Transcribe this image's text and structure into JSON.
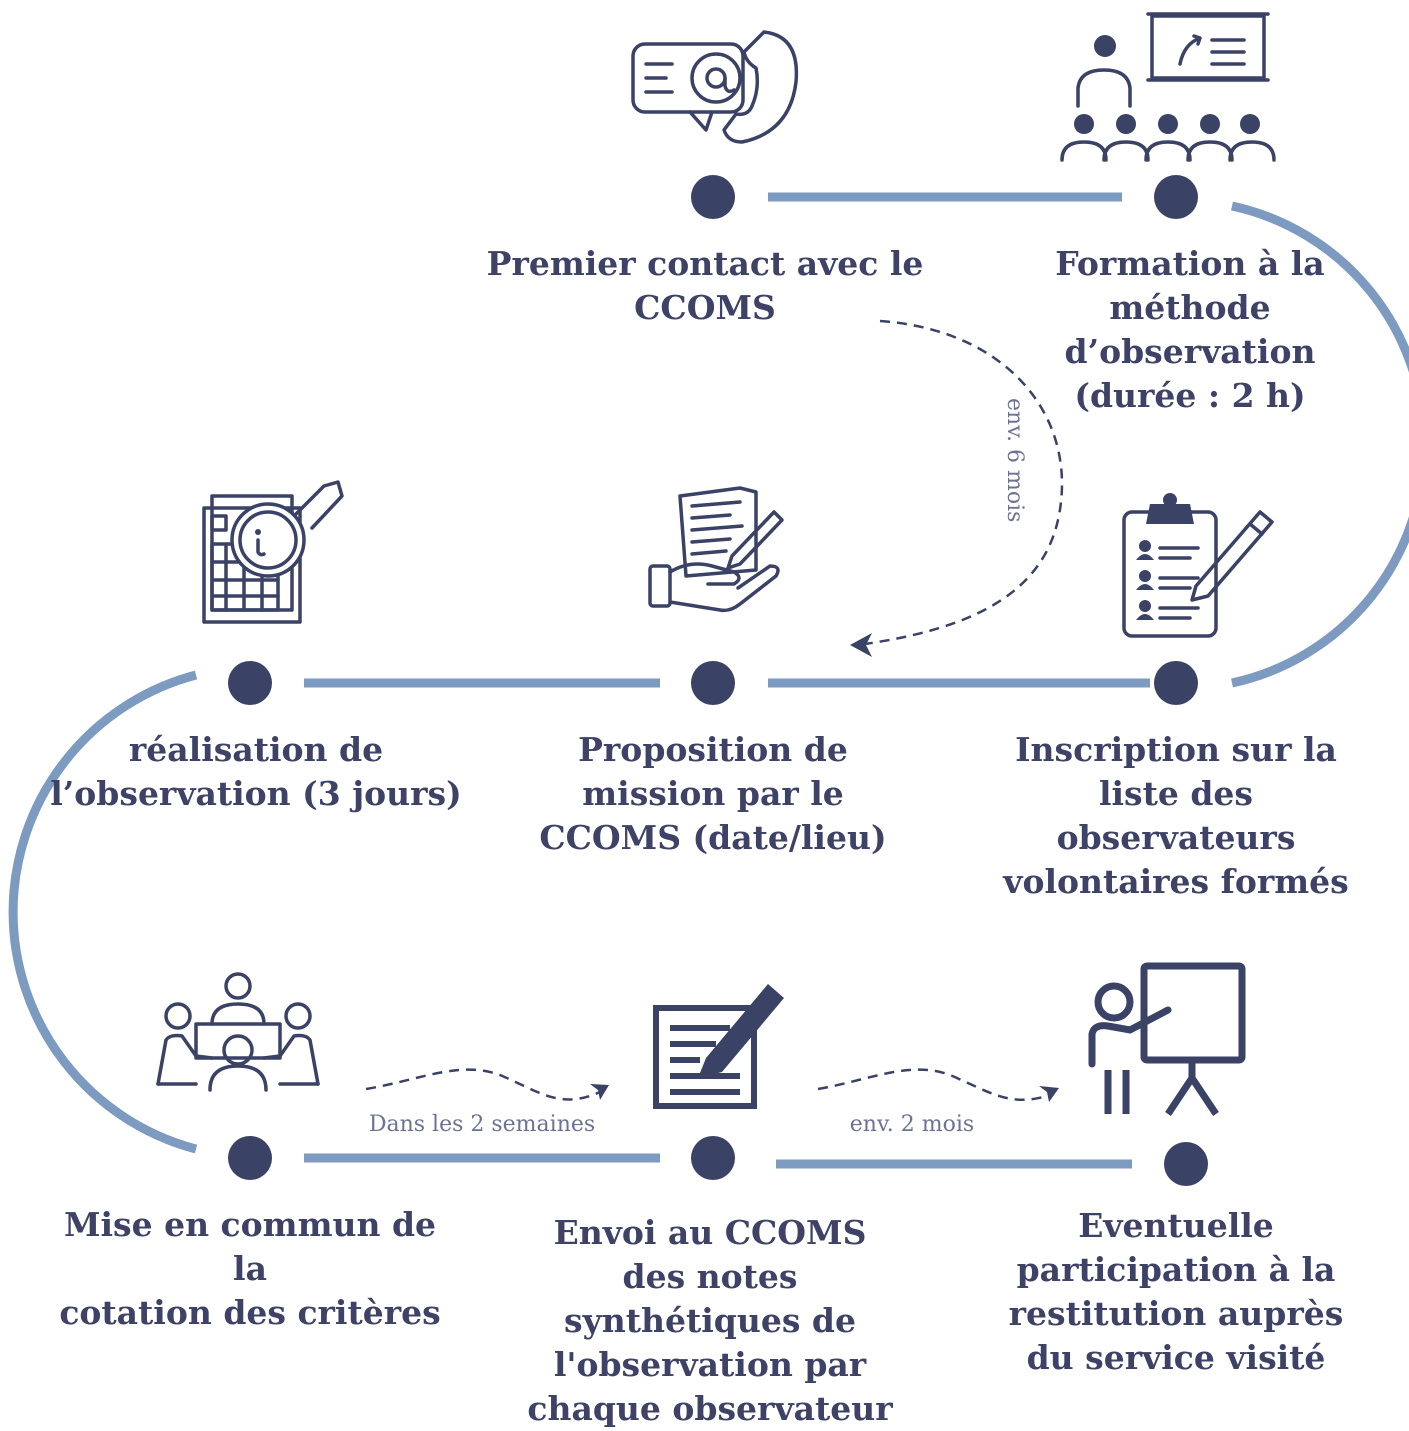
{
  "steps": [
    {
      "label": "Premier contact avec le\nCCOMS",
      "icon": "contact-email-phone-icon"
    },
    {
      "label": "Formation à la\nméthode\nd’observation\n(durée : 2 h)",
      "icon": "training-audience-icon"
    },
    {
      "label": "Inscription sur la\nliste des\nobservateurs\nvolontaires formés",
      "icon": "clipboard-list-icon"
    },
    {
      "label": "Proposition de\nmission par le\nCCOMS (date/lieu)",
      "icon": "document-hand-icon"
    },
    {
      "label": "réalisation de\nl’observation (3 jours)",
      "icon": "magnifier-documents-icon"
    },
    {
      "label": "Mise en commun de la\ncotation des critères",
      "icon": "meeting-table-icon"
    },
    {
      "label": "Envoi au CCOMS\ndes notes\nsynthétiques de\nl'observation par\nchaque observateur",
      "icon": "writing-notes-icon"
    },
    {
      "label": "Eventuelle\nparticipation à la\nrestitution auprès\ndu service visité",
      "icon": "presenter-board-icon"
    }
  ],
  "delays": {
    "six_months": "env. 6 mois",
    "two_weeks": "Dans les 2 semaines",
    "two_months": "env. 2 mois"
  },
  "colors": {
    "node": "#3a4266",
    "track": "#7d9ac0",
    "text": "#3d4266"
  }
}
